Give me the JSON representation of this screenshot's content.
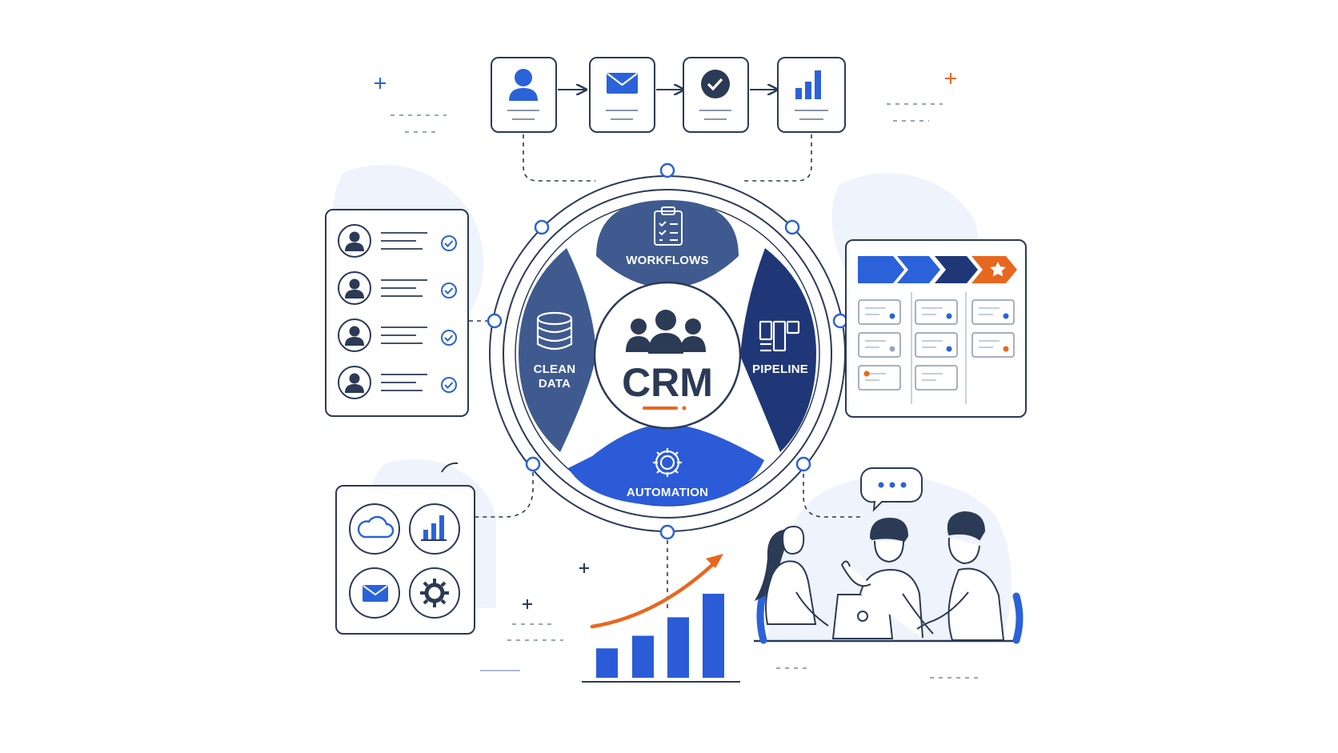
{
  "center": {
    "title": "CRM"
  },
  "segments": {
    "top": "WORKFLOWS",
    "left_line1": "CLEAN",
    "left_line2": "DATA",
    "right": "PIPELINE",
    "bottom": "AUTOMATION"
  },
  "colors": {
    "navy": "#2b3f6b",
    "segment_top": "#3f5a8f",
    "segment_left": "#3f5a8f",
    "segment_right": "#1f3777",
    "segment_bottom": "#2b5bd7",
    "accent_blue": "#2b62d9",
    "accent_orange": "#e8671e",
    "panel_stroke": "#2b3a55",
    "blob": "#eaf0fb"
  },
  "icons": {
    "flow": [
      "user-icon",
      "envelope-icon",
      "check-circle-icon",
      "bar-chart-icon"
    ],
    "segments": [
      "clipboard-icon",
      "database-icon",
      "kanban-icon",
      "gear-icon"
    ],
    "integrations": [
      "cloud-icon",
      "bar-chart-icon",
      "envelope-icon",
      "gear-icon"
    ],
    "center": "team-icon"
  },
  "growth_chart": {
    "relative_bars": [
      0.35,
      0.5,
      0.72,
      1.0
    ]
  }
}
